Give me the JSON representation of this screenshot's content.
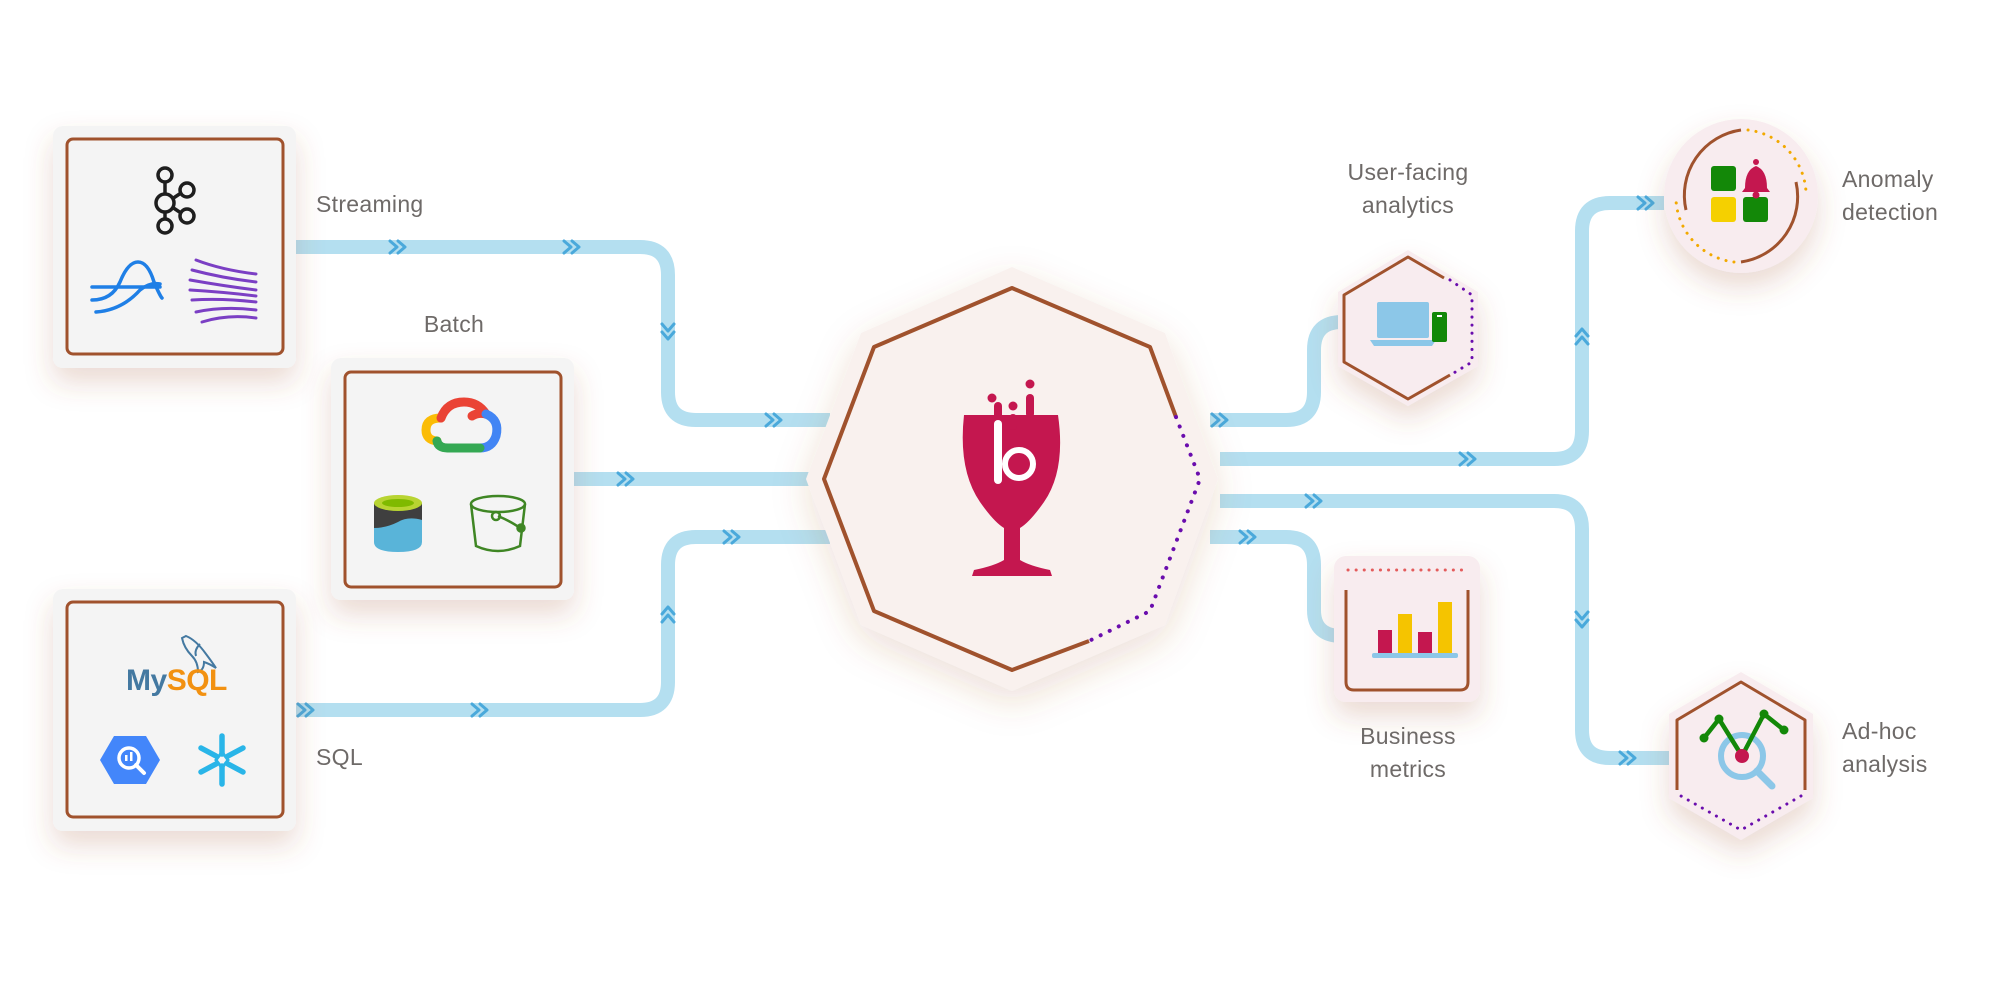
{
  "sources": {
    "streaming": {
      "label": "Streaming",
      "icons": [
        "kafka-icon",
        "pulsar-icon",
        "kinesis-icon"
      ]
    },
    "batch": {
      "label": "Batch",
      "icons": [
        "google-cloud-icon",
        "azure-storage-icon",
        "s3-bucket-icon"
      ]
    },
    "sql": {
      "label": "SQL",
      "icons": [
        "mysql-logo",
        "bigquery-icon",
        "snowflake-icon"
      ]
    }
  },
  "logos": {
    "mysql_prefix": "My",
    "mysql_suffix": "SQL"
  },
  "hub": {
    "icon": "pinot-wine-glass-logo"
  },
  "outputs": {
    "user_facing": {
      "label_line1": "User-facing",
      "label_line2": "analytics",
      "icon": "laptop-phone-icon"
    },
    "anomaly": {
      "label_line1": "Anomaly",
      "label_line2": "detection",
      "icon": "dashboard-bell-icon"
    },
    "business": {
      "label_line1": "Business",
      "label_line2": "metrics",
      "icon": "bar-chart-icon"
    },
    "adhoc": {
      "label_line1": "Ad-hoc",
      "label_line2": "analysis",
      "icon": "line-chart-magnifier-icon"
    }
  },
  "colors": {
    "pipe": "#b4dff0",
    "chevron": "#4aa9db",
    "frame": "#a0522d",
    "card": "#f4f4f4",
    "hub_fill": "#f9f1ee",
    "brand": "#c4174f",
    "dotted": "#6a0dad"
  }
}
